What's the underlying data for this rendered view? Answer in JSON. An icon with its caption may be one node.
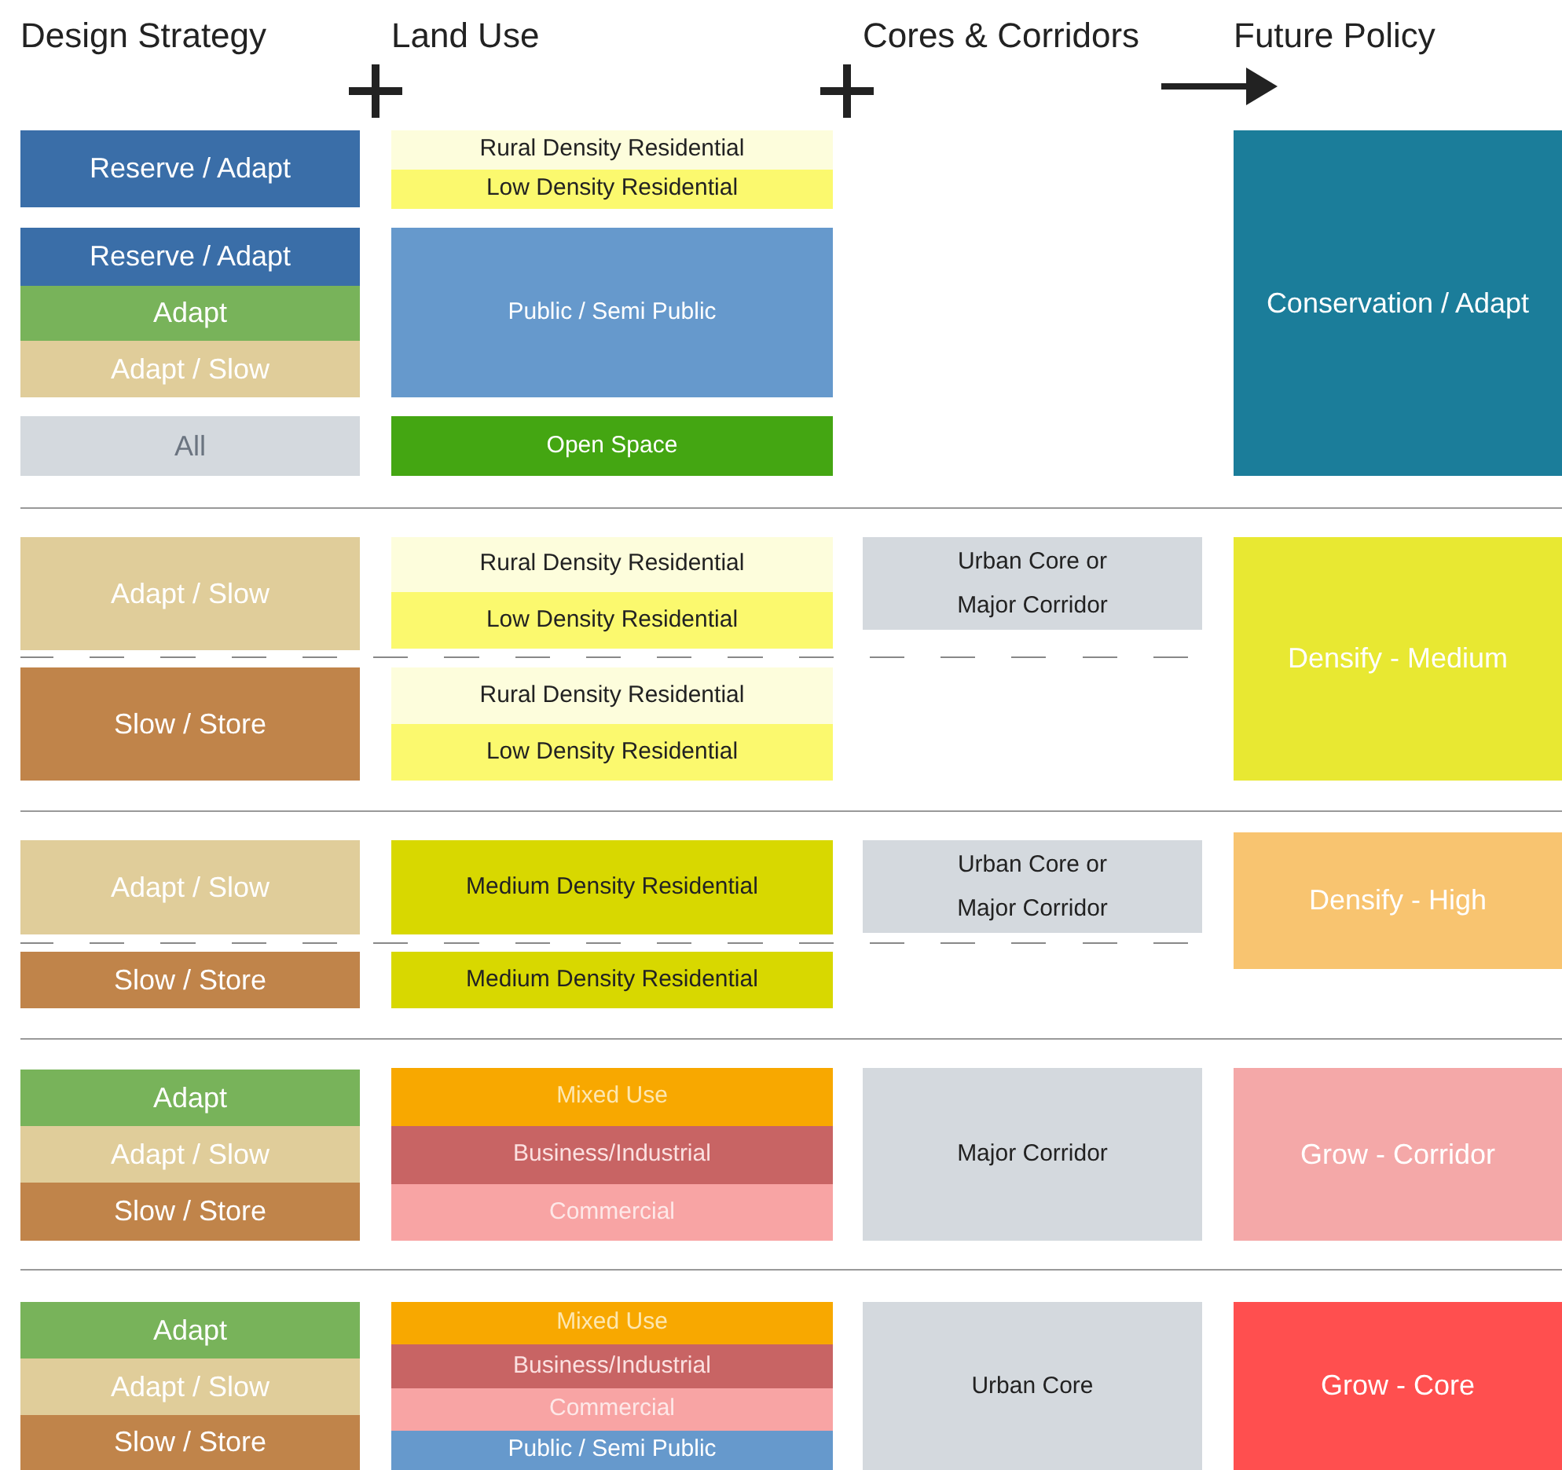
{
  "diagram": {
    "nodes": [
      {
        "text": [
          "Reserve / Adapt"
        ]
      },
      {
        "text": [
          "Reserve / Adapt"
        ]
      },
      {
        "text": [
          "Adapt"
        ]
      },
      {
        "text": [
          "Adapt / Slow"
        ]
      },
      {
        "text": [
          "All"
        ]
      },
      {
        "text": [
          "Rural Density Residential"
        ]
      },
      {
        "text": [
          "Low Density Residential"
        ]
      },
      {
        "text": [
          "Public / Semi Public"
        ]
      },
      {
        "text": [
          "Open Space"
        ]
      },
      {
        "text": [
          "Conservation / Adapt"
        ]
      },
      {
        "text": [
          "Adapt / Slow"
        ]
      },
      {
        "text": [
          "Slow / Store"
        ]
      },
      {
        "text": [
          "Rural Density Residential"
        ]
      },
      {
        "text": [
          "Low Density Residential"
        ]
      },
      {
        "text": [
          "Rural Density Residential"
        ]
      },
      {
        "text": [
          "Low Density Residential"
        ]
      },
      {
        "text": [
          "Urban Core or Major Corridor"
        ]
      },
      {
        "text": [
          "Densify - Medium"
        ]
      },
      {
        "text": [
          "Adapt / Slow"
        ]
      },
      {
        "text": [
          "Slow / Store"
        ]
      },
      {
        "text": [
          "Medium Density Residential"
        ]
      },
      {
        "text": [
          "Medium Density Residential"
        ]
      },
      {
        "text": [
          "Urban Core or Major Corridor"
        ]
      },
      {
        "text": [
          "Densify - High"
        ]
      },
      {
        "text": [
          "Adapt"
        ]
      },
      {
        "text": [
          "Adapt / Slow"
        ]
      },
      {
        "text": [
          "Slow / Store"
        ]
      },
      {
        "text": [
          "Mixed Use"
        ]
      },
      {
        "text": [
          "Business/Industrial"
        ]
      },
      {
        "text": [
          "Commercial"
        ]
      },
      {
        "text": [
          "Major Corridor"
        ]
      },
      {
        "text": [
          "Grow - Corridor"
        ]
      },
      {
        "text": [
          "Adapt"
        ]
      },
      {
        "text": [
          "Adapt / Slow"
        ]
      },
      {
        "text": [
          "Slow / Store"
        ]
      },
      {
        "text": [
          "Mixed Use"
        ]
      },
      {
        "text": [
          "Business/Industrial"
        ]
      },
      {
        "text": [
          "Commercial"
        ]
      },
      {
        "text": [
          "Public / Semi Public"
        ]
      },
      {
        "text": [
          "Urban Core"
        ]
      },
      {
        "text": [
          "Grow - Core"
        ]
      }
    ],
    "labels": [
      "Design Strategy",
      "Land Use",
      "Cores & Corridors",
      "Future Policy"
    ]
  }
}
